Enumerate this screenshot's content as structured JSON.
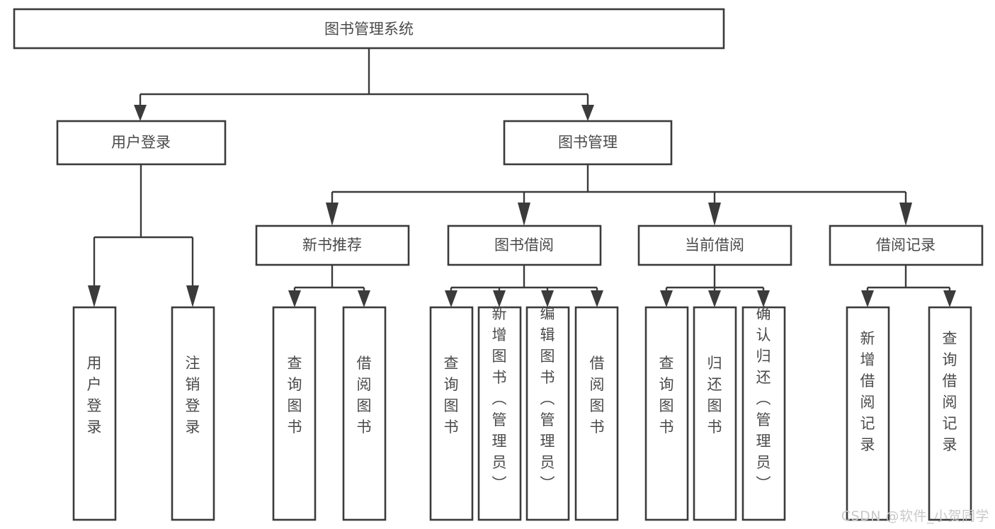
{
  "diagram": {
    "type": "hierarchy-tree",
    "title": "图书管理系统",
    "watermark": "CSDN @软件_小贺同学",
    "colors": {
      "stroke": "#3b3b3b",
      "box_fill": "#ffffff",
      "text": "#4a4a4a",
      "background": "#ffffff",
      "watermark": "#c9c9c9"
    },
    "root": {
      "label": "图书管理系统"
    },
    "level2": [
      {
        "label": "用户登录"
      },
      {
        "label": "图书管理"
      }
    ],
    "level3": [
      {
        "label": "新书推荐"
      },
      {
        "label": "图书借阅"
      },
      {
        "label": "当前借阅"
      },
      {
        "label": "借阅记录"
      }
    ],
    "leaves": {
      "user_login": [
        {
          "label": "用户登录"
        },
        {
          "label": "注销登录"
        }
      ],
      "new_book_recommend": [
        {
          "label": "查询图书"
        },
        {
          "label": "借阅图书"
        }
      ],
      "book_borrow": [
        {
          "label": "查询图书"
        },
        {
          "label": "新增图书（管理员）"
        },
        {
          "label": "编辑图书（管理员）"
        },
        {
          "label": "借阅图书"
        }
      ],
      "current_borrow": [
        {
          "label": "查询图书"
        },
        {
          "label": "归还图书"
        },
        {
          "label": "确认归还（管理员）"
        }
      ],
      "borrow_record": [
        {
          "label": "新增借阅记录"
        },
        {
          "label": "查询借阅记录"
        }
      ]
    }
  }
}
